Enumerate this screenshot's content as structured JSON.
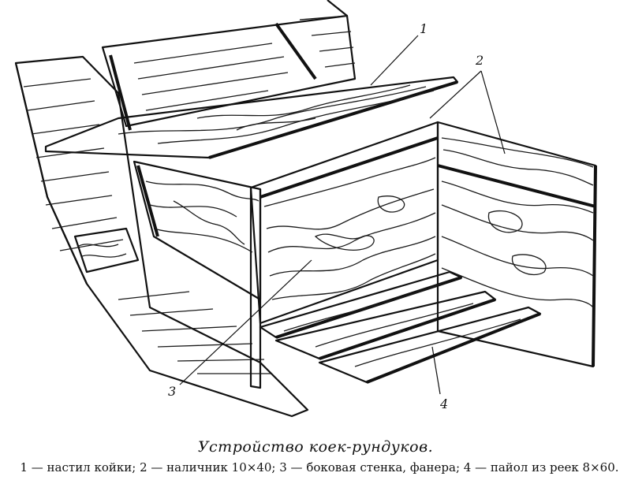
{
  "labels": {
    "l1": "1",
    "l2": "2",
    "l3": "3",
    "l4": "4"
  },
  "caption": {
    "title": "Устройство коек-рундуков.",
    "body": "1 — настил койки; 2 — наличник 10×40; 3 — боковая стенка, фанера; 4 — пайол из реек 8×60."
  }
}
